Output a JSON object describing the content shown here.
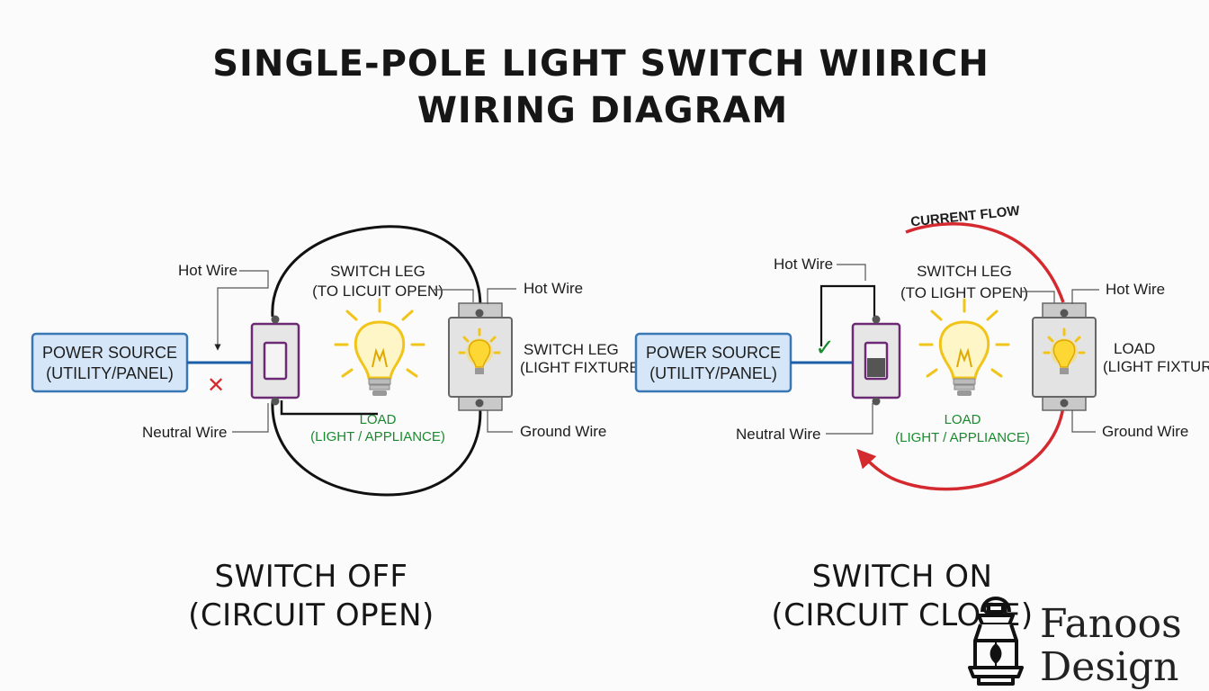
{
  "title": {
    "line1": "SINGLE-POLE LIGHT SWITCH WIIRICH",
    "line2": "WIRING DIAGRAM"
  },
  "left_panel": {
    "power_source_line1": "POWER SOURCE",
    "power_source_line2": "(UTILITY/PANEL)",
    "hot_wire": "Hot Wire",
    "neutral_wire": "Neutral Wire",
    "switch_leg_line1": "SWITCH LEG",
    "switch_leg_line2": "(TO LICUIT OPEN)",
    "fixture_hot_wire": "Hot Wire",
    "fixture_label_line1": "SWITCH LEG",
    "fixture_label_line2": "(LIGHT FIXTURE)",
    "ground_wire": "Ground Wire",
    "load_line1": "LOAD",
    "load_line2": "(LIGHT / APPLIANCE)",
    "caption_line1": "SWITCH OFF",
    "caption_line2": "(CIRCUIT OPEN)",
    "status_mark": "✕"
  },
  "right_panel": {
    "power_source_line1": "POWER SOURCE",
    "power_source_line2": "(UTILITY/PANEL)",
    "hot_wire": "Hot Wire",
    "neutral_wire": "Neutral Wire",
    "switch_leg_line1": "SWITCH LEG",
    "switch_leg_line2": "(TO LIGHT OPEN)",
    "fixture_hot_wire": "Hot Wire",
    "fixture_label_line1": "LOAD",
    "fixture_label_line2": "(LIGHT FIXTURE)",
    "ground_wire": "Ground Wire",
    "load_line1": "LOAD",
    "load_line2": "(LIGHT / APPLIANCE)",
    "current_flow": "CURRENT FLOW",
    "caption_line1": "SWITCH ON",
    "caption_line2": "(CIRCUIT CLOSE)",
    "status_mark": "✓"
  },
  "logo": {
    "line1": "Fanoos",
    "line2": "Design",
    "icon": "lantern-icon"
  },
  "colors": {
    "power_box_fill": "#d4e6f7",
    "power_box_stroke": "#3a78b5",
    "hot_wire_blue": "#1c5fa8",
    "switch_outline": "#6b2a73",
    "current_flow_red": "#d42a2f",
    "load_green": "#1a8a2e",
    "bulb_yellow": "#f0c419"
  }
}
